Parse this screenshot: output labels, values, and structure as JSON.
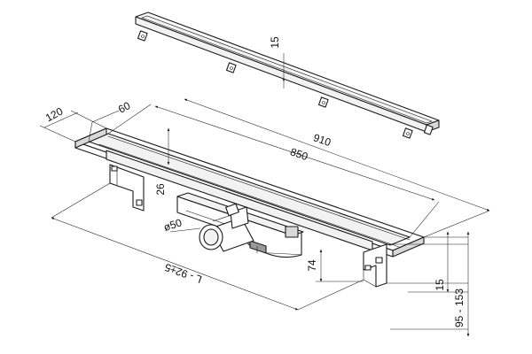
{
  "dimensions": {
    "grate_thickness": "15",
    "width_outer": "120",
    "width_inner": "60",
    "length_inner": "850",
    "length_outer": "910",
    "channel_depth": "26",
    "outlet_diameter": "ø50",
    "body_height": "74",
    "installation_length": "L - 92±5",
    "flange_thickness": "15",
    "height_range": "95 - 153"
  }
}
